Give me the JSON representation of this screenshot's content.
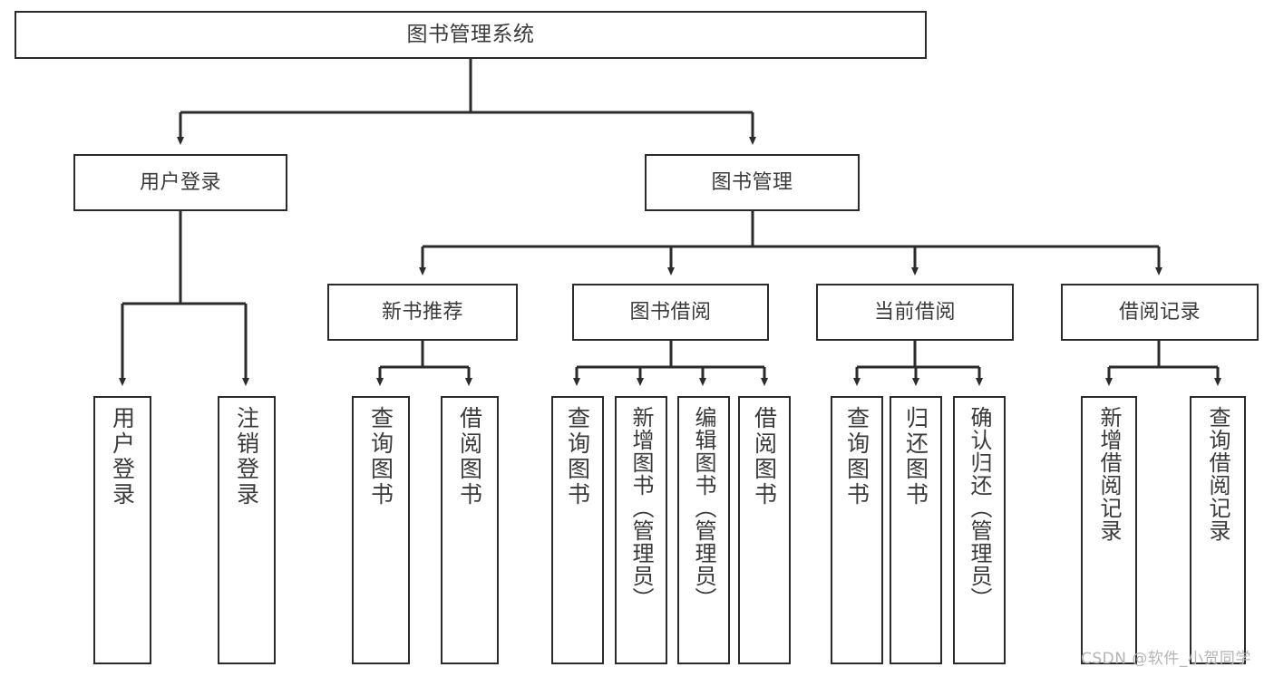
{
  "diagram": {
    "type": "tree-hierarchy-flowchart",
    "root": {
      "label": "图书管理系统"
    },
    "level2": [
      {
        "label": "用户登录"
      },
      {
        "label": "图书管理"
      }
    ],
    "level3": [
      {
        "label": "新书推荐"
      },
      {
        "label": "图书借阅"
      },
      {
        "label": "当前借阅"
      },
      {
        "label": "借阅记录"
      }
    ],
    "leaves": {
      "user_login": [
        {
          "label": "用户登录"
        },
        {
          "label": "注销登录"
        }
      ],
      "new_book_recommend": [
        {
          "label": "查询图书"
        },
        {
          "label": "借阅图书"
        }
      ],
      "book_borrow": [
        {
          "label": "查询图书"
        },
        {
          "label": "新增图书（管理员）"
        },
        {
          "label": "编辑图书（管理员）"
        },
        {
          "label": "借阅图书"
        }
      ],
      "current_borrow": [
        {
          "label": "查询图书"
        },
        {
          "label": "归还图书"
        },
        {
          "label": "确认归还（管理员）"
        }
      ],
      "borrow_record": [
        {
          "label": "新增借阅记录"
        },
        {
          "label": "查询借阅记录"
        }
      ]
    }
  },
  "watermark": {
    "text": "CSDN @软件_小贺同学"
  },
  "colors": {
    "stroke": "#2b2b2b",
    "text": "#3a3a3a",
    "background": "#ffffff",
    "watermark": "#b4b4b4"
  }
}
